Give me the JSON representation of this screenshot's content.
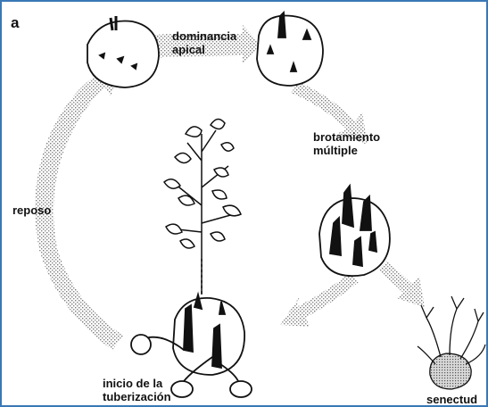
{
  "figure": {
    "panel_letter": "a",
    "stages": [
      {
        "id": "dormancy",
        "label_lines": [
          "dominancia",
          "apical"
        ]
      },
      {
        "id": "multiple-sprouting",
        "label_lines": [
          "brotamiento",
          "múltiple"
        ]
      },
      {
        "id": "senescence",
        "label_lines": [
          "senectud"
        ]
      },
      {
        "id": "tuber-initiation",
        "label_lines": [
          "inicio de la",
          "tuberización"
        ]
      },
      {
        "id": "rest",
        "label_lines": [
          "reposo"
        ]
      }
    ]
  },
  "colors": {
    "frame_border": "#3a78b5",
    "ink": "#111111",
    "stipple": "#9a9a9a",
    "background": "#ffffff"
  }
}
